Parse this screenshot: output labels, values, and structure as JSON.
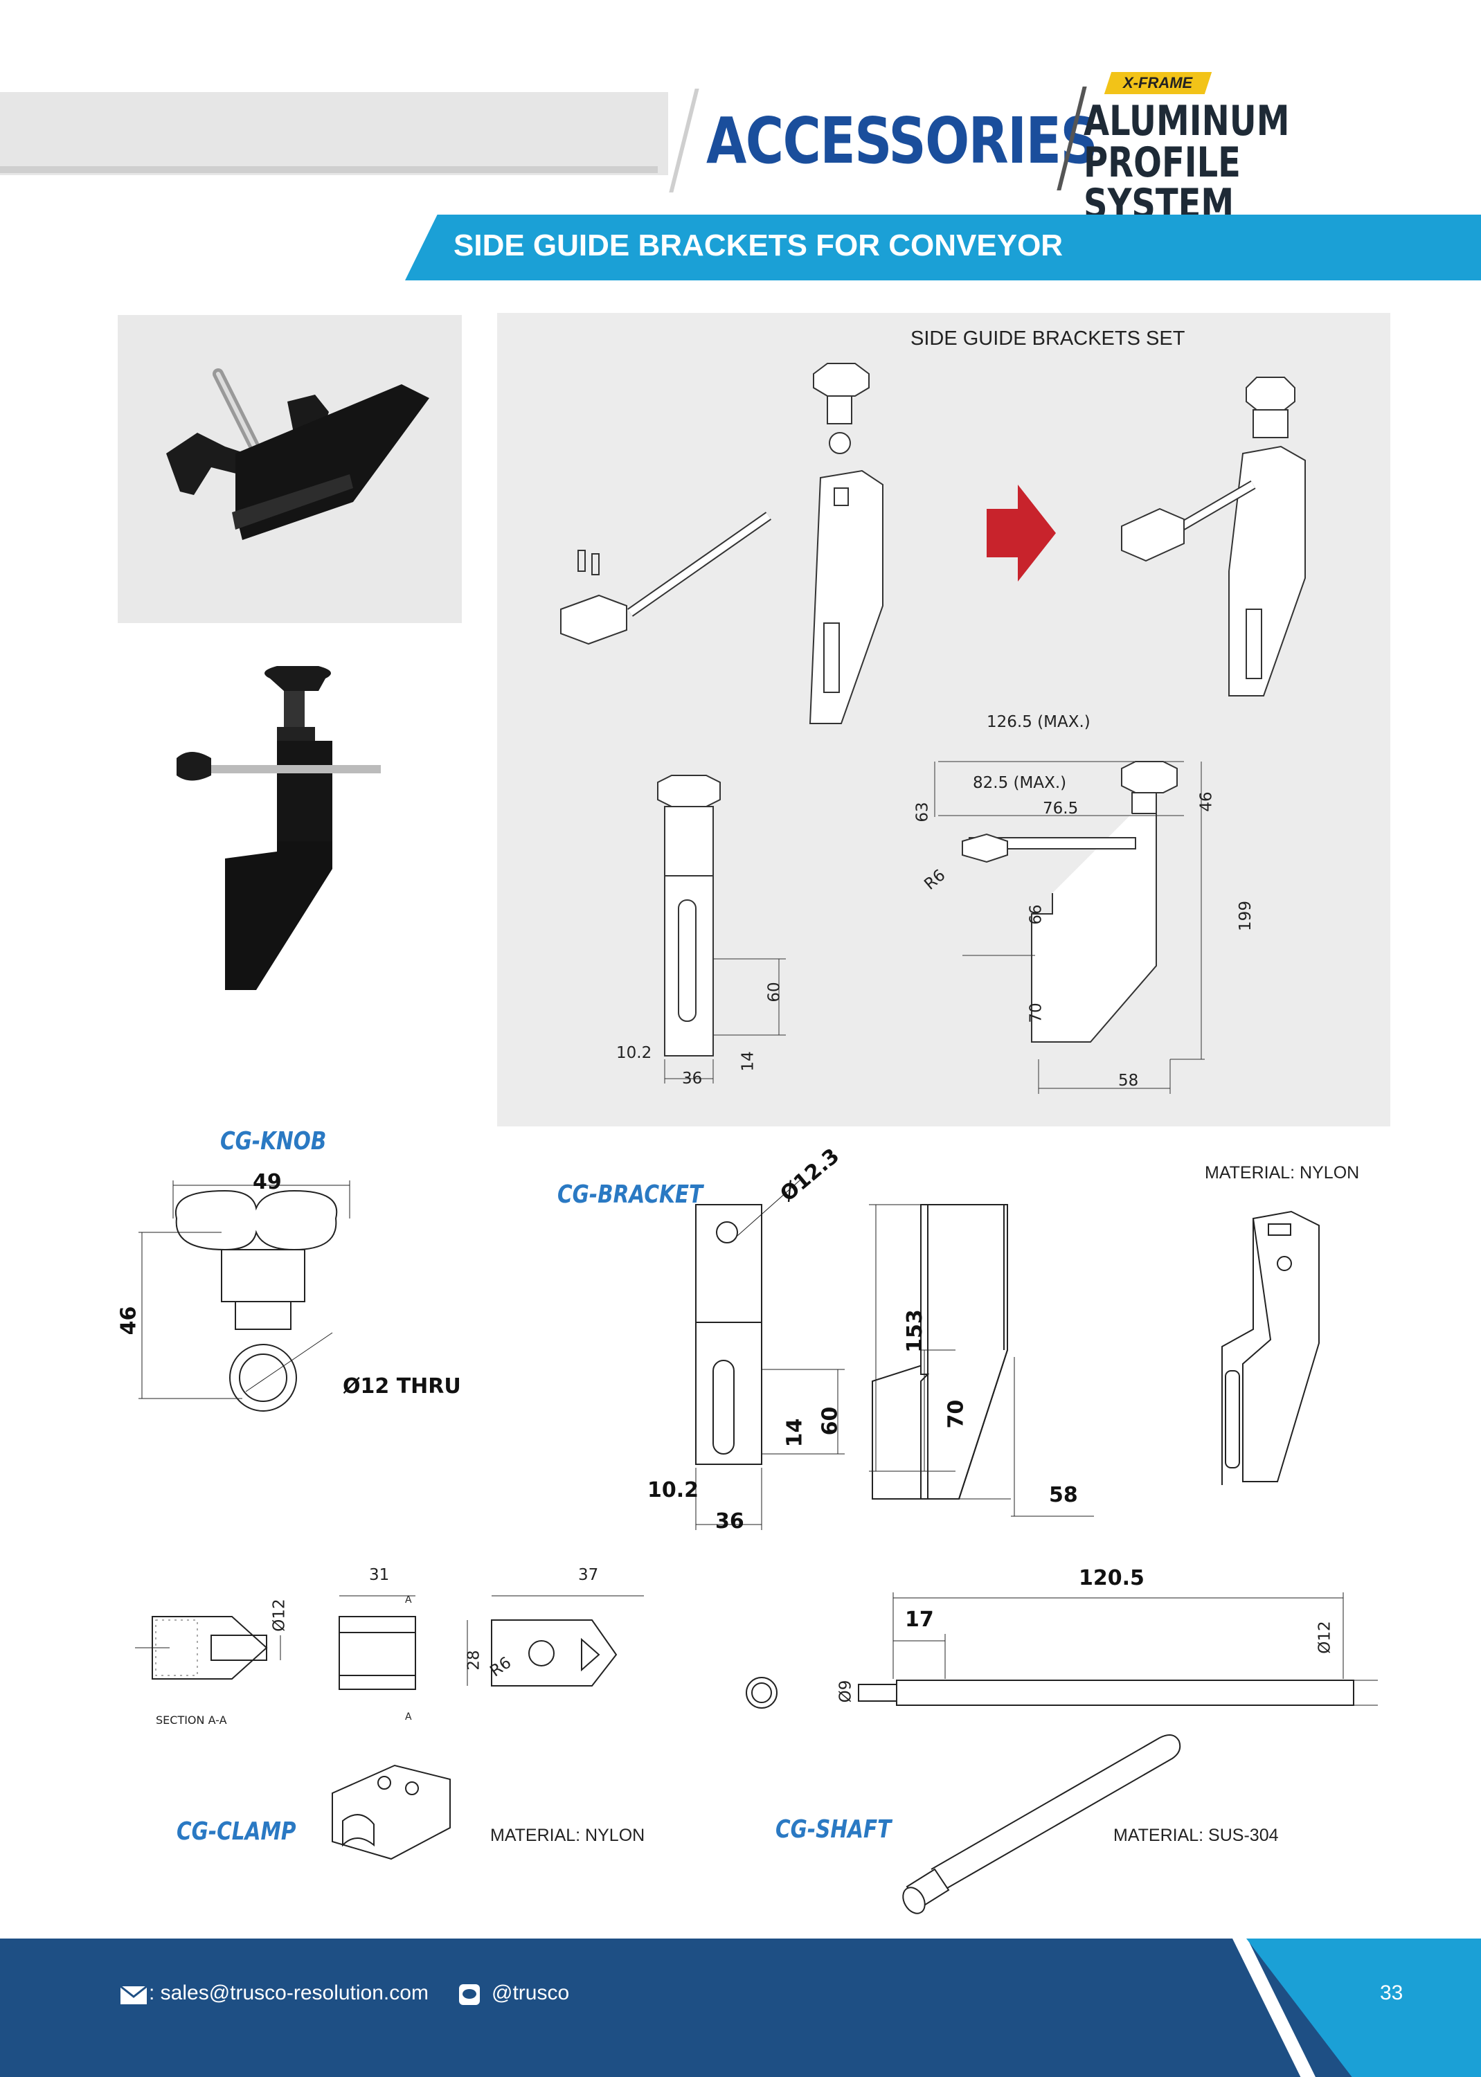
{
  "header": {
    "section_title": "ACCESSORIES",
    "brand_tag": "X-FRAME",
    "brand_line1": "ALUMINUM",
    "brand_line2": "PROFILE SYSTEM"
  },
  "banner": {
    "title": "SIDE GUIDE BRACKETS FOR CONVEYOR"
  },
  "assembly": {
    "title": "SIDE GUIDE BRACKETS SET",
    "front_dims": [
      "60",
      "10.2",
      "14",
      "36"
    ],
    "side_dims": [
      "126.5 (MAX.)",
      "82.5 (MAX.)",
      "76.5",
      "63",
      "46",
      "R6",
      "66",
      "199",
      "70",
      "58"
    ]
  },
  "knob": {
    "title": "CG-KNOB",
    "dims": [
      "49",
      "46",
      "Ø12 THRU"
    ]
  },
  "bracket": {
    "title": "CG-BRACKET",
    "material": "MATERIAL: NYLON",
    "dims": [
      "Ø12.3",
      "14",
      "60",
      "10.2",
      "36",
      "153",
      "70",
      "58"
    ]
  },
  "clamp": {
    "title": "CG-CLAMP",
    "material": "MATERIAL: NYLON",
    "section_label": "SECTION A-A",
    "dims": [
      "Ø12",
      "31",
      "A",
      "A",
      "37",
      "28",
      "R6"
    ]
  },
  "shaft": {
    "title": "CG-SHAFT",
    "material": "MATERIAL: SUS-304",
    "dims": [
      "120.5",
      "17",
      "Ø12",
      "Ø9"
    ]
  },
  "footer": {
    "email": ": sales@trusco-resolution.com",
    "line_id": "@trusco",
    "page_number": "33",
    "icons": [
      "mail-icon",
      "line-chat-icon"
    ]
  },
  "colors": {
    "primary_blue": "#1a4e9c",
    "banner_blue": "#1ba0d6",
    "footer_navy": "#1e4f84",
    "accent_yellow": "#f2c318",
    "arrow_red": "#c8232c"
  }
}
